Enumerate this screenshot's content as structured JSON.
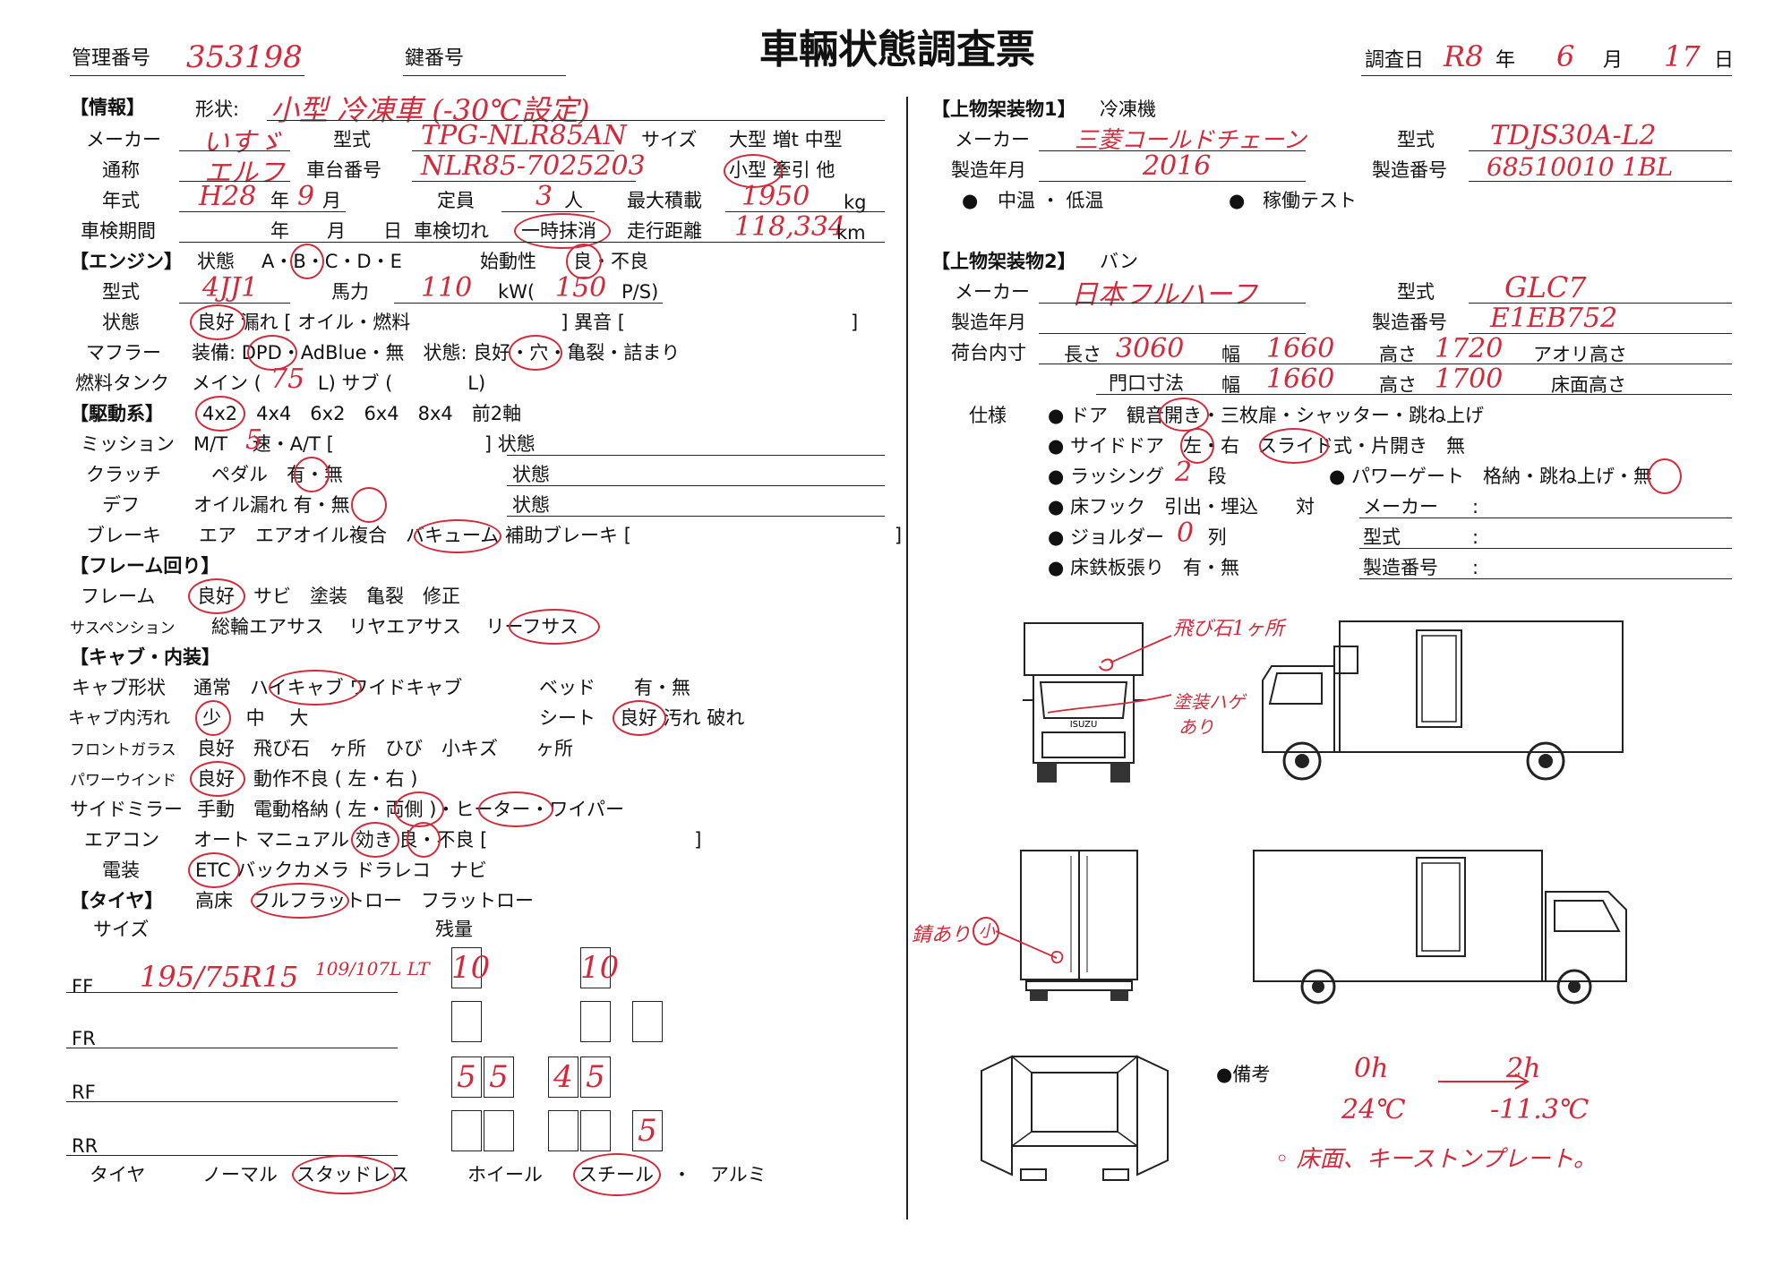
{
  "title": "車輛状態調査票",
  "header": {
    "mgmt_label": "管理番号",
    "mgmt_value": "353198",
    "key_label": "鍵番号",
    "survey_label": "調査日",
    "survey_era": "R8",
    "year_label": "年",
    "survey_month": "6",
    "month_label": "月",
    "survey_day": "17",
    "day_label": "日"
  },
  "info": {
    "section": "【情報】",
    "shape_label": "形状:",
    "shape_value": "小型 冷凍車 (-30℃設定)",
    "maker_label": "メーカー",
    "maker_value": "いすゞ",
    "model_label": "型式",
    "model_value": "TPG-NLR85AN",
    "size_label": "サイズ",
    "size_opts": "大型 増t 中型",
    "size_opts2": "小型 牽引 他",
    "name_label": "通称",
    "name_value": "エルフ",
    "chassis_label": "車台番号",
    "chassis_value": "NLR85-7025203",
    "year_label": "年式",
    "year_value": "H28",
    "nen": "年",
    "month_value": "9",
    "gatsu": "月",
    "capacity_label": "定員",
    "capacity_value": "3",
    "nin": "人",
    "load_label": "最大積載",
    "load_value": "1950",
    "kg": "kg",
    "inspect_label": "車検期間",
    "inspect_ymd": "年　　月　　日",
    "inspect_expired": "車検切れ",
    "inspect_temp": "一時抹消",
    "mileage_label": "走行距離",
    "mileage_value": "118,334",
    "km": "km"
  },
  "engine": {
    "section": "【エンジン】",
    "state_label": "状態",
    "grades": "A・B・C・D・E",
    "start_label": "始動性",
    "start_opts": "良・不良",
    "model_label": "型式",
    "model_value": "4JJ1",
    "power_label": "馬力",
    "power_kw": "110",
    "kw": "kW(",
    "power_ps": "150",
    "ps": "P/S)",
    "cond_label": "状態",
    "cond_text": "良好 漏れ [ オイル・燃料　　　　　　　　] 異音 [　　　　　　　　　　　　]",
    "muffler_label": "マフラー",
    "muffler_text": "装備: DPD・AdBlue・無　状態: 良好・穴・亀裂・詰まり",
    "fuel_label": "燃料タンク",
    "fuel_text": "メイン (　　　L) サブ (　　　　L)",
    "fuel_main": "75"
  },
  "drive": {
    "section": "【駆動系】",
    "drive_opts": "4x2　4x4　6x2　6x4　8x4　前2軸",
    "mission_label": "ミッション",
    "mission_text": "M/T　 速・A/T [　　　　　　　　] 状態",
    "mission_speed": "5",
    "clutch_label": "クラッチ",
    "clutch_text": "ペダル　有・無",
    "clutch_state": "状態",
    "diff_label": "デフ",
    "diff_text": "オイル漏れ 有・無",
    "diff_state": "状態",
    "brake_label": "ブレーキ",
    "brake_text": "エア　エアオイル複合　バキューム 補助ブレーキ [　　　　　　　　　　　　　　]"
  },
  "frame": {
    "section": "【フレーム回り】",
    "frame_label": "フレーム",
    "frame_text": "良好　サビ　塗装　亀裂　修正",
    "susp_label": "サスペンション",
    "susp_text": "総輪エアサス　 リヤエアサス　 リーフサス"
  },
  "cab": {
    "section": "【キャブ・内装】",
    "shape_label": "キャブ形状",
    "shape_text": "通常　ハイキャブ ワイドキャブ",
    "bed_label": "ベッド",
    "bed_opts": "有・無",
    "dirt_label": "キャブ内汚れ",
    "dirt_text": "少　 中　 大",
    "seat_label": "シート",
    "seat_opts": "良好 汚れ 破れ",
    "glass_label": "フロントガラス",
    "glass_text": "良好　飛び石　ヶ所　ひび　小キズ　　ヶ所",
    "pw_label": "パワーウインド",
    "pw_text": "良好　動作不良 ( 左・右 )",
    "mirror_label": "サイドミラー",
    "mirror_text": "手動　電動格納 ( 左・両側 )・ヒーター・ワイパー",
    "ac_label": "エアコン",
    "ac_text": "オート マニュアル 効き 良・不良 [　　　　　　　　　　　]",
    "elec_label": "電装",
    "elec_text": "ETC バックカメラ ドラレコ　ナビ"
  },
  "tire": {
    "section": "【タイヤ】",
    "type_opts": "高床　フルフラットロー　フラットロー",
    "size_label": "サイズ",
    "remain_label": "残量",
    "ff": "FF",
    "fr": "FR",
    "rf": "RF",
    "rr": "RR",
    "ff_size": "195/75R15",
    "ff_load": "109/107L LT",
    "ff_vals": [
      "10",
      "10"
    ],
    "rf_vals": [
      "5",
      "5",
      "4",
      "5"
    ],
    "rr_vals": [
      "5"
    ],
    "kind_label": "タイヤ",
    "kind_opts": "ノーマル　スタッドレス",
    "wheel_label": "ホイール",
    "wheel_opts": "スチール　・　アルミ"
  },
  "body1": {
    "section": "【上物架装物1】",
    "type": "冷凍機",
    "maker_label": "メーカー",
    "maker_value": "三菱コールドチェーン",
    "model_label": "型式",
    "model_value": "TDJS30A-L2",
    "year_label": "製造年月",
    "year_value": "2016",
    "serial_label": "製造番号",
    "serial_value": "68510010 1BL",
    "temp_text": "中温 ・ 低温",
    "test_text": "稼働テスト"
  },
  "body2": {
    "section": "【上物架装物2】",
    "type": "バン",
    "maker_label": "メーカー",
    "maker_value": "日本フルハーフ",
    "model_label": "型式",
    "model_value": "GLC7",
    "year_label": "製造年月",
    "serial_label": "製造番号",
    "serial_value": "E1EB752",
    "bed_label": "荷台内寸",
    "len_label": "長さ",
    "len_value": "3060",
    "width_label": "幅",
    "width_value": "1660",
    "height_label": "高さ",
    "height_value": "1720",
    "aori_label": "アオリ高さ",
    "door_label": "門口寸法",
    "door_w_value": "1660",
    "door_h_value": "1700",
    "floor_label": "床面高さ"
  },
  "spec": {
    "label": "仕様",
    "door": "ドア　観音開き・三枚扉・シャッター・跳ね上げ",
    "side": "サイドドア　左・右　スライド式・片開き　無",
    "lashing": "ラッシング　　 段",
    "lashing_val": "2",
    "pg": "パワーゲート　格納・跳ね上げ・無",
    "hook": "床フック　引出・埋込　　対",
    "jolder": "ジョルダー　　 列",
    "jolder_val": "0",
    "floor": "床鉄板張り　有・無",
    "pg_maker": "メーカー",
    "pg_model": "型式",
    "pg_serial": "製造番号",
    "colon": ":"
  },
  "notes": {
    "chip": "飛び石1ヶ所",
    "paint": "塗装ハゲ",
    "paint2": "あり",
    "rust": "錆あり",
    "small": "小",
    "remarks_label": "備考",
    "r_t0": "0h",
    "r_t2": "2h",
    "r_c0": "24℃",
    "r_c2": "-11.3℃",
    "r_note": "◦ 床面、キーストンプレート。"
  },
  "brand": "ISUZU"
}
